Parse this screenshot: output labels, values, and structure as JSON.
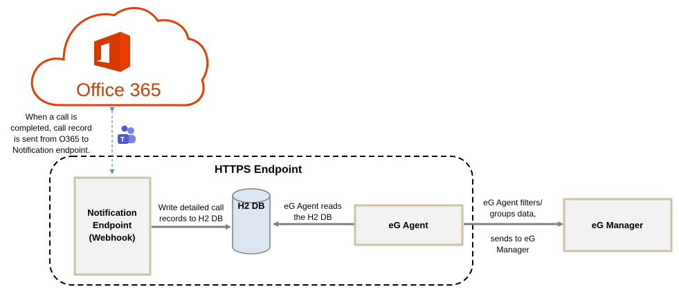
{
  "cloud": {
    "name": "Office 365",
    "icon": "office-365-logo",
    "color": "#eb3c00"
  },
  "teams_icon": "microsoft-teams-icon",
  "container": {
    "title": "HTTPS Endpoint"
  },
  "notes": {
    "call_record": [
      "When a call is",
      "completed, call record",
      "is sent from O365 to",
      "Notification endpoint."
    ],
    "write": [
      "Write detailed call",
      "records to H2 DB"
    ],
    "reads": [
      "eG Agent reads",
      "the H2 DB"
    ],
    "filters": [
      "eG Agent filters/",
      "groups data,"
    ],
    "sends": [
      "sends to eG",
      "Manager"
    ]
  },
  "nodes": {
    "notification": [
      "Notification",
      "Endpoint",
      "(Webhook)"
    ],
    "h2db": "H2 DB",
    "agent": "eG Agent",
    "manager": "eG Manager"
  },
  "colors": {
    "box_border": "#cdc39f",
    "box_fill": "#f2f2f2",
    "db_fill": "#dce6f2",
    "db_stroke": "#7f7f7f",
    "arrow": "#808080",
    "dashed_arrow": "#5b8dc8",
    "teams": "#5059c9"
  }
}
